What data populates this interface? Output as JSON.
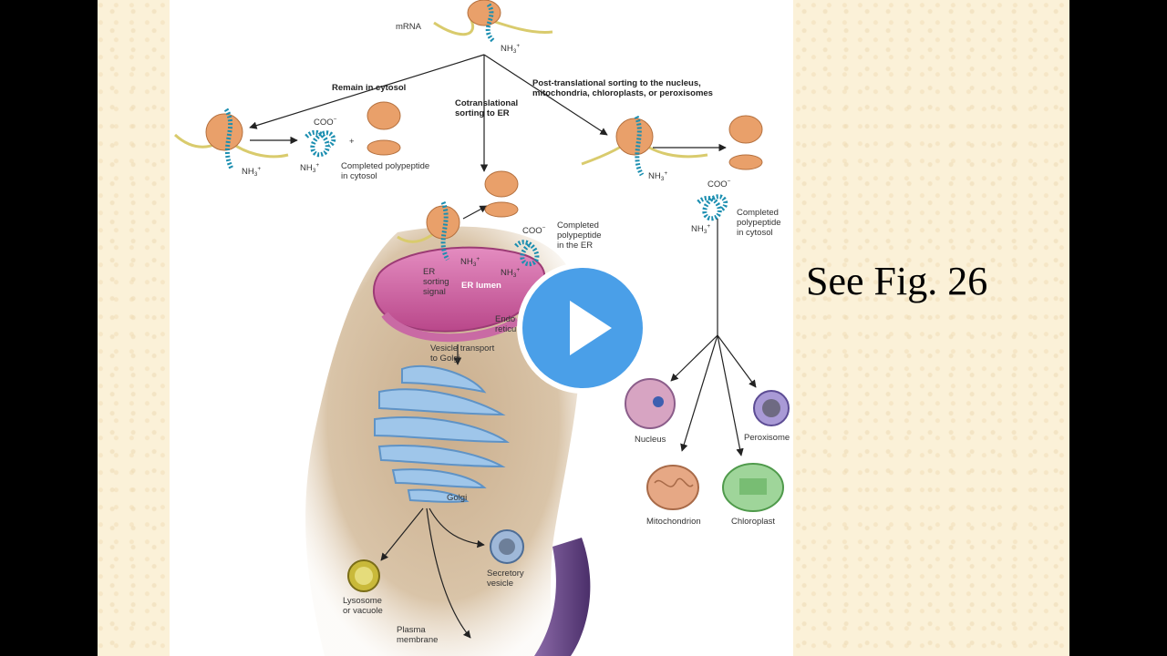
{
  "labels": {
    "mrna": "mRNA",
    "nh3_top": "NH",
    "remain_cytosol": "Remain in cytosol",
    "cotranslational_1": "Cotranslational",
    "cotranslational_2": "sorting to ER",
    "post_1": "Post-translational sorting to the nucleus,",
    "post_2": "mitochondria, chloroplasts, or peroxisomes",
    "nh3_left": "NH",
    "coo_left": "COO",
    "plus": "+",
    "nh3_left2": "NH",
    "completed_cytosol_1": "Completed polypeptide",
    "completed_cytosol_2": "in cytosol",
    "nh3_right": "NH",
    "coo_right": "COO",
    "nh3_right2": "NH",
    "completed_right_1": "Completed",
    "completed_right_2": "polypeptide",
    "completed_right_3": "in cytosol",
    "coo_er": "COO",
    "completed_er_1": "Completed",
    "completed_er_2": "polypeptide",
    "completed_er_3": "in the ER",
    "nh3_er": "NH",
    "nh3_er2": "NH",
    "er_sorting_1": "ER",
    "er_sorting_2": "sorting",
    "er_sorting_3": "signal",
    "er_lumen": "ER lumen",
    "endo_1": "Endo",
    "endo_2": "reticu",
    "vesicle_1": "Vesicle transport",
    "vesicle_2": "to Golgi",
    "golgi": "Golgi",
    "lysosome_1": "Lysosome",
    "lysosome_2": "or vacuole",
    "secretory_1": "Secretory",
    "secretory_2": "vesicle",
    "plasma_1": "Plasma",
    "plasma_2": "membrane",
    "nucleus": "Nucleus",
    "peroxisome": "Peroxisome",
    "mitochondrion": "Mitochondrion",
    "chloroplast": "Chloroplast"
  },
  "caption": "See Fig. 26",
  "play_button": {
    "icon": "play-icon",
    "color": "#4a9fe8"
  }
}
